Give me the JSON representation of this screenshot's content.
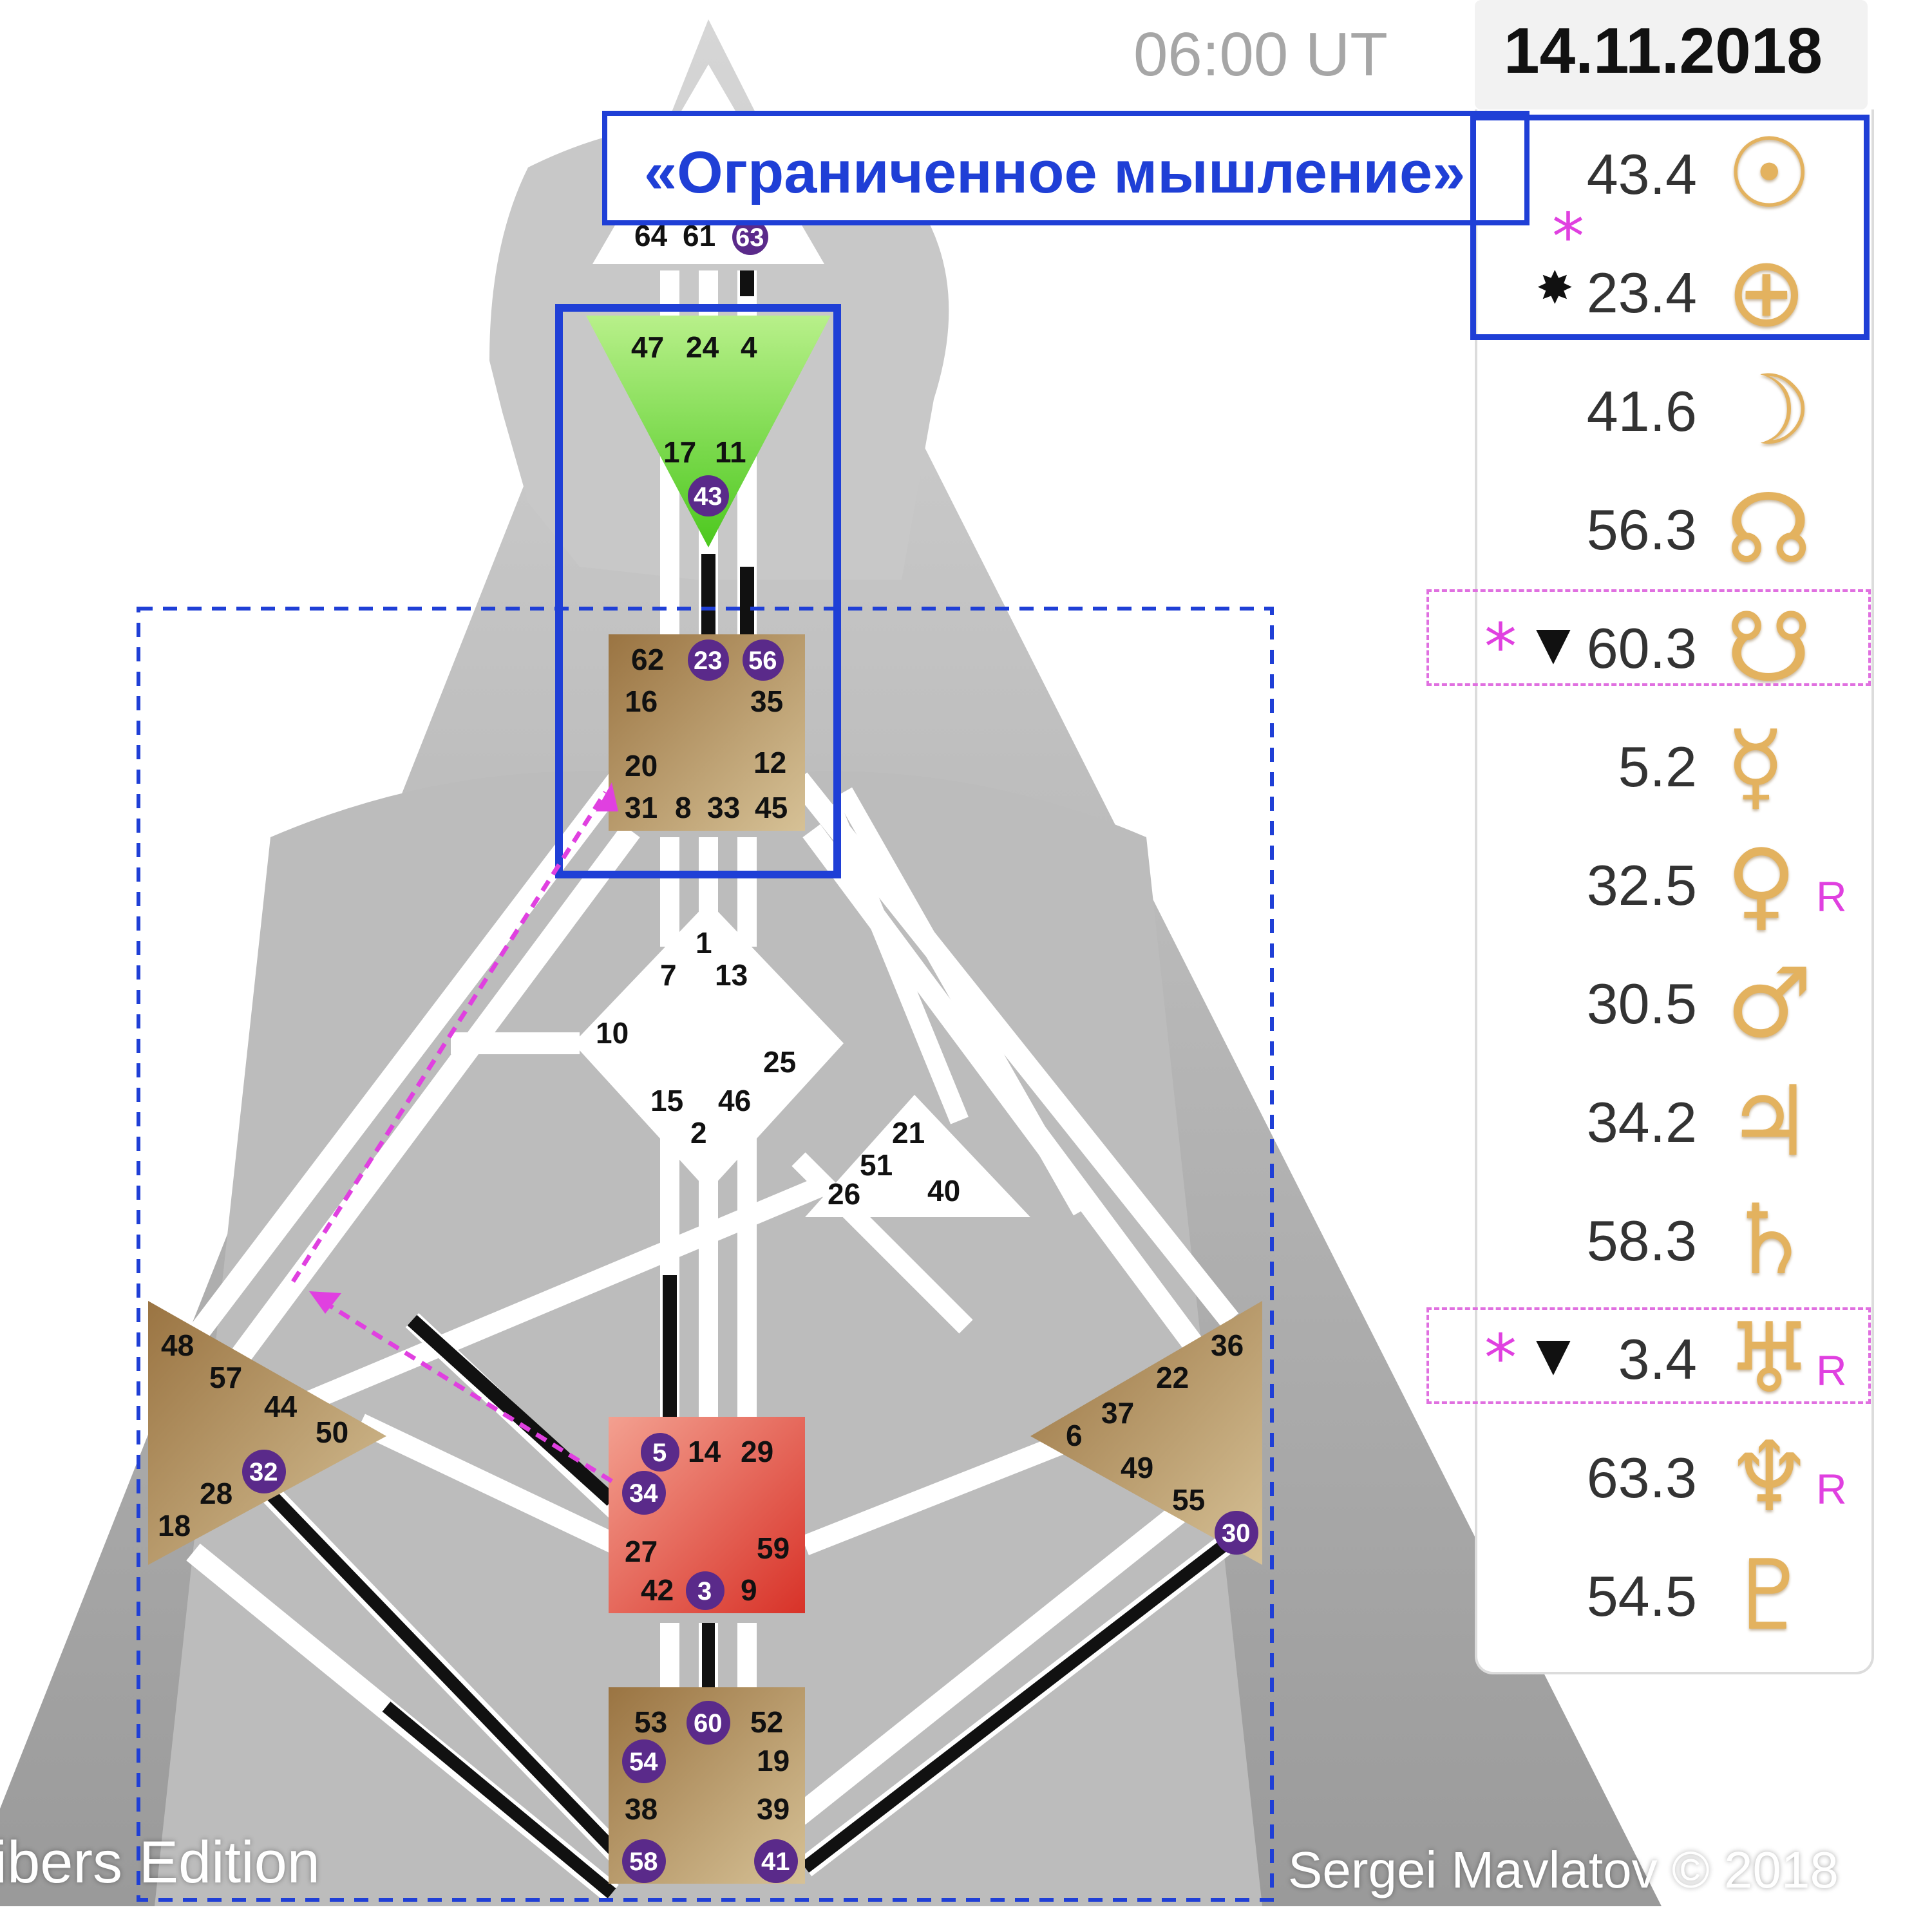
{
  "header": {
    "time": "06:00 UT",
    "date": "14.11.2018",
    "title": "«Ограниченное мышление»"
  },
  "planets": [
    {
      "value": "43.4",
      "symbol": "☉",
      "icon": "sun-icon",
      "mark": "",
      "star": "",
      "retro": ""
    },
    {
      "value": "23.4",
      "symbol": "⊕",
      "icon": "earth-icon",
      "mark": "✸",
      "star": "*",
      "retro": ""
    },
    {
      "value": "41.6",
      "symbol": "☽",
      "icon": "moon-icon",
      "mark": "",
      "star": "",
      "retro": ""
    },
    {
      "value": "56.3",
      "symbol": "☊",
      "icon": "north-node-icon",
      "mark": "",
      "star": "",
      "retro": ""
    },
    {
      "value": "60.3",
      "symbol": "☋",
      "icon": "south-node-icon",
      "mark": "▼",
      "star": "*",
      "retro": ""
    },
    {
      "value": "5.2",
      "symbol": "☿",
      "icon": "mercury-icon",
      "mark": "",
      "star": "",
      "retro": ""
    },
    {
      "value": "32.5",
      "symbol": "♀",
      "icon": "venus-icon",
      "mark": "",
      "star": "",
      "retro": "R"
    },
    {
      "value": "30.5",
      "symbol": "♂",
      "icon": "mars-icon",
      "mark": "",
      "star": "",
      "retro": ""
    },
    {
      "value": "34.2",
      "symbol": "♃",
      "icon": "jupiter-icon",
      "mark": "",
      "star": "",
      "retro": ""
    },
    {
      "value": "58.3",
      "symbol": "♄",
      "icon": "saturn-icon",
      "mark": "",
      "star": "",
      "retro": ""
    },
    {
      "value": "3.4",
      "symbol": "♅",
      "icon": "uranus-icon",
      "mark": "▼",
      "star": "*",
      "retro": "R"
    },
    {
      "value": "63.3",
      "symbol": "♆",
      "icon": "neptune-icon",
      "mark": "",
      "star": "",
      "retro": "R"
    },
    {
      "value": "54.5",
      "symbol": "♇",
      "icon": "pluto-icon",
      "mark": "",
      "star": "",
      "retro": ""
    }
  ],
  "gates": {
    "head": [
      "64",
      "61",
      "63"
    ],
    "ajna": [
      "47",
      "24",
      "4",
      "17",
      "11",
      "43"
    ],
    "throat": [
      "62",
      "23",
      "56",
      "16",
      "35",
      "20",
      "12",
      "31",
      "8",
      "33",
      "45"
    ],
    "g": [
      "1",
      "7",
      "13",
      "10",
      "25",
      "15",
      "46",
      "2"
    ],
    "ego": [
      "21",
      "51",
      "26",
      "40"
    ],
    "spleen": [
      "48",
      "57",
      "44",
      "50",
      "32",
      "28",
      "18"
    ],
    "solar": [
      "36",
      "22",
      "6",
      "37",
      "49",
      "55",
      "30"
    ],
    "sacral": [
      "5",
      "14",
      "29",
      "34",
      "27",
      "59",
      "42",
      "3",
      "9"
    ],
    "root": [
      "53",
      "60",
      "52",
      "54",
      "19",
      "38",
      "39",
      "58",
      "41"
    ]
  },
  "active_gates": [
    "63",
    "43",
    "23",
    "56",
    "32",
    "30",
    "5",
    "34",
    "3",
    "60",
    "54",
    "58",
    "41"
  ],
  "colors": {
    "accent": "#1f3fd6",
    "highlight": "#e040e0",
    "planet_gold": "#e3b25f",
    "center_tan": "#b8955a",
    "ajna_green": "#7fdc3a",
    "sacral_red": "#e2473a",
    "active_gate": "#5a2a8a"
  },
  "footer": {
    "left": "ribers Edition",
    "right": "Sergei Mavlatov © 2018"
  }
}
